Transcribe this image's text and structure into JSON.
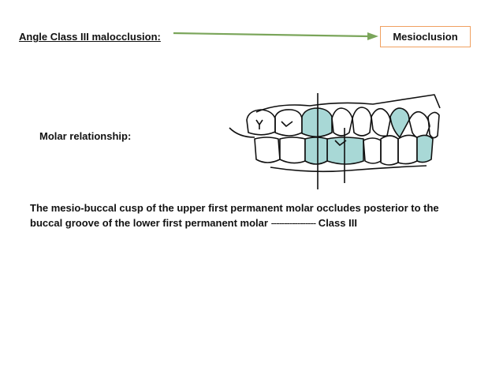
{
  "header": {
    "title": "Angle Class III malocclusion:",
    "badge": "Mesioclusion"
  },
  "section": {
    "label": "Molar relationship:"
  },
  "description": {
    "text": "The mesio-buccal cusp of the upper first permanent molar occludes posterior to the buccal groove of the lower first permanent molar",
    "dashes": "-----------------",
    "suffix": " Class III"
  },
  "colors": {
    "arrow": "#7aa55a",
    "badge_border": "#f0a060",
    "tooth_highlight": "#a8d8d6"
  }
}
